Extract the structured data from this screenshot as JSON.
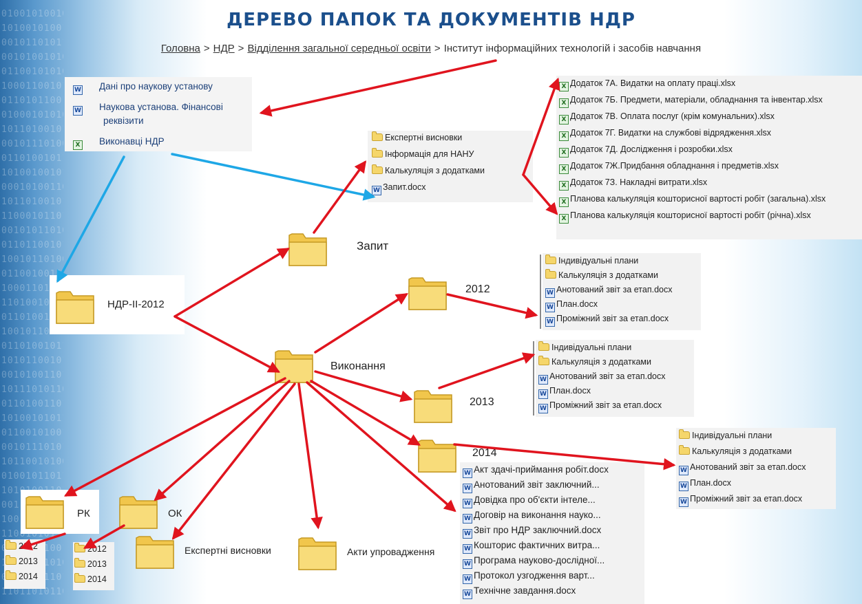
{
  "title": "ДЕРЕВО ПАПОК ТА ДОКУМЕНТІВ НДР",
  "breadcrumb": {
    "home": "Головна",
    "ndr": "НДР",
    "dept": "Відділення загальної середньої освіти",
    "current": "Інститут інформаційних технологій і засобів навчання",
    "sep": ">"
  },
  "top_docs": [
    {
      "label": "Дані про наукову установу",
      "icon": "word-doc-icon"
    },
    {
      "label": "Наукова установа. Фінансові",
      "label2": "реквізити",
      "icon": "word-doc-icon"
    },
    {
      "label": "Виконавці НДР",
      "icon": "excel-doc-icon"
    }
  ],
  "zapyt_items": [
    {
      "label": "Експертні висновки",
      "icon": "folder-icon"
    },
    {
      "label": "Інформація для НАНУ",
      "icon": "folder-icon"
    },
    {
      "label": "Калькуляція з додатками",
      "icon": "folder-icon"
    },
    {
      "label": "Запит.docx",
      "icon": "word-doc-icon"
    }
  ],
  "calc_items": [
    {
      "label": "Додаток 7А. Видатки на оплату праці.xlsx",
      "icon": "excel-doc-icon"
    },
    {
      "label": "Додаток 7Б. Предмети, матеріали, обладнання та інвентар.xlsx",
      "icon": "excel-doc-icon"
    },
    {
      "label": "Додаток 7В. Оплата послуг (крім комунальних).xlsx",
      "icon": "excel-doc-icon"
    },
    {
      "label": "Додаток 7Г. Видатки на службові відрядження.xlsx",
      "icon": "excel-doc-icon"
    },
    {
      "label": "Додаток 7Д. Дослідження і розробки.xlsx",
      "icon": "excel-doc-icon"
    },
    {
      "label": "Додаток 7Ж.Придбання обладнання і предметів.xlsx",
      "icon": "excel-doc-icon"
    },
    {
      "label": "Додаток 7З. Накладні витрати.xlsx",
      "icon": "excel-doc-icon"
    },
    {
      "label": "Планова калькуляція кошторисної вартості робіт (загальна).xlsx",
      "icon": "excel-doc-icon"
    },
    {
      "label": "Планова калькуляція кошторисної вартості робіт (річна).xlsx",
      "icon": "excel-doc-icon"
    }
  ],
  "year_items": [
    {
      "label": "Індивідуальні плани",
      "icon": "folder-icon"
    },
    {
      "label": "Калькуляція з додатками",
      "icon": "folder-icon"
    },
    {
      "label": "Анотований звіт за етап.docx",
      "icon": "word-doc-icon"
    },
    {
      "label": "План.docx",
      "icon": "word-doc-icon"
    },
    {
      "label": "Проміжний звіт за етап.docx",
      "icon": "word-doc-icon"
    }
  ],
  "docs_list": [
    "Акт здачі-приймання робіт.docx",
    "Анотований звіт заключний...",
    "Довідка про об'єкти інтеле...",
    "Договір на виконання науко...",
    "Звіт про НДР заключний.docx",
    "Кошторис фактичних витра...",
    "Програма науково-дослідної...",
    "Протокол узгодження варт...",
    "Технічне завдання.docx"
  ],
  "folders": {
    "ndr": "НДР-ІІ-2012",
    "zapyt": "Запит",
    "vykonannya": "Виконання",
    "y2012": "2012",
    "y2013": "2013",
    "y2014": "2014",
    "rk": "РК",
    "ok": "ОК",
    "expert": "Експертні висновки",
    "akty": "Акти упровадження"
  },
  "small_years": [
    "2012",
    "2013",
    "2014"
  ],
  "colors": {
    "title": "#1b4f8c",
    "arrow_red": "#e0141e",
    "arrow_blue": "#1ea7e6",
    "folder_fill": "#f5d66b"
  }
}
